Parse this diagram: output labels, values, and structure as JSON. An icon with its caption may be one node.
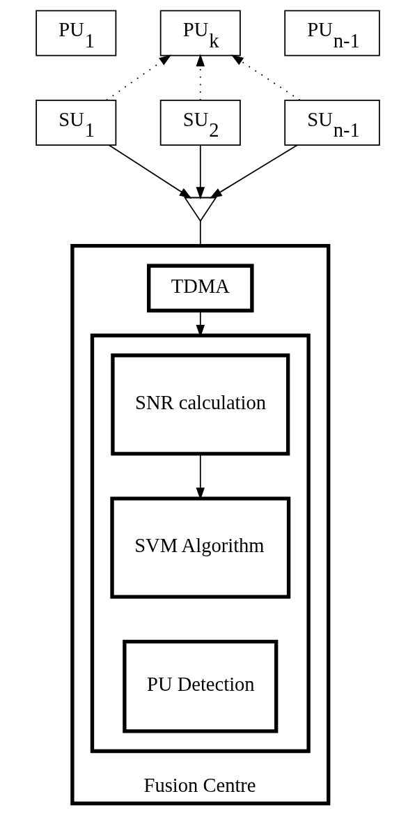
{
  "diagram": {
    "nodes": [
      {
        "text": [
          "PU$_{1}$"
        ]
      },
      {
        "text": [
          "PU$_{k}$"
        ]
      },
      {
        "text": [
          "PU$_{n-1}$"
        ]
      },
      {
        "text": [
          "SU$_{1}$"
        ]
      },
      {
        "text": [
          "SU$_{2}$"
        ]
      },
      {
        "text": [
          "SU$_{n-1}$"
        ]
      },
      {
        "text": [],
        "shape": "antenna"
      },
      {
        "text": [
          "Fusion Centre"
        ]
      },
      {
        "text": [
          "TDMA"
        ],
        "in": 7
      },
      {
        "text": [],
        "shape": "box",
        "in": 7
      },
      {
        "text": [
          "SNR calculation"
        ],
        "in": 9
      },
      {
        "text": [
          "SVM Algorithm"
        ],
        "in": 9
      },
      {
        "text": [
          "PU Detection"
        ],
        "in": 9
      }
    ],
    "edges": [
      {
        "from": 3,
        "to": 1,
        "arrow": "to",
        "style": "dashed"
      },
      {
        "from": 4,
        "to": 1,
        "arrow": "to",
        "style": "dashed"
      },
      {
        "from": 5,
        "to": 1,
        "arrow": "to",
        "style": "dashed"
      },
      {
        "from": 3,
        "to": 6,
        "arrow": "to"
      },
      {
        "from": 4,
        "to": 6,
        "arrow": "to"
      },
      {
        "from": 5,
        "to": 6,
        "arrow": "to"
      },
      {
        "from": 6,
        "to": 7,
        "arrow": "none"
      },
      {
        "from": 8,
        "to": 9,
        "arrow": "to"
      },
      {
        "from": 10,
        "to": 11,
        "arrow": "to"
      }
    ]
  }
}
